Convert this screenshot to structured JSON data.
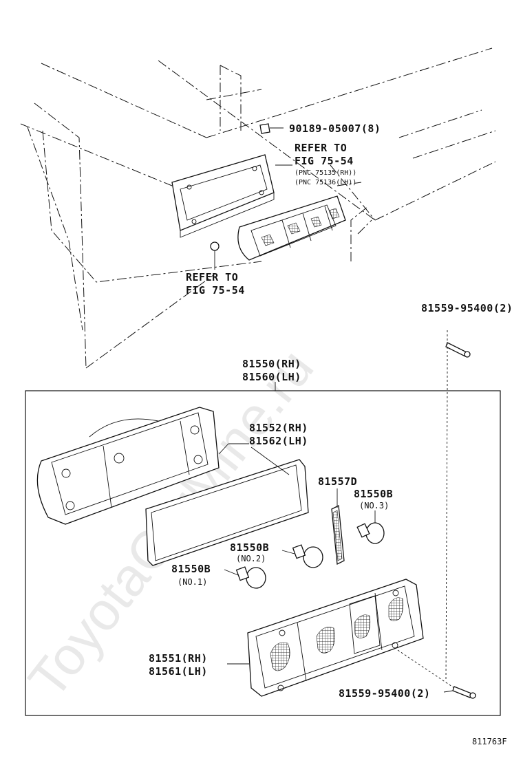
{
  "watermark": "ToyotaCarMine.ru",
  "figure_id": "811763F",
  "callouts": {
    "clip": "90189-05007(8)",
    "refer_top_line1": "REFER TO",
    "refer_top_line2": "FIG 75-54",
    "pnc_rh": "(PNC 75135(RH))",
    "pnc_lh": "(PNC 75136(LH))",
    "refer_bottom_line1": "REFER TO",
    "refer_bottom_line2": "FIG 75-54",
    "screw_top": "81559-95400(2)",
    "assy_rh": "81550(RH)",
    "assy_lh": "81560(LH)",
    "gasket_rh": "81552(RH)",
    "gasket_lh": "81562(LH)",
    "part_81557d": "81557D",
    "bulb_no3_part": "81550B",
    "bulb_no3_qual": "(NO.3)",
    "bulb_no2_part": "81550B",
    "bulb_no2_qual": "(NO.2)",
    "bulb_no1_part": "81550B",
    "bulb_no1_qual": "(NO.1)",
    "lens_rh": "81551(RH)",
    "lens_lh": "81561(LH)",
    "screw_bottom": "81559-95400(2)"
  }
}
